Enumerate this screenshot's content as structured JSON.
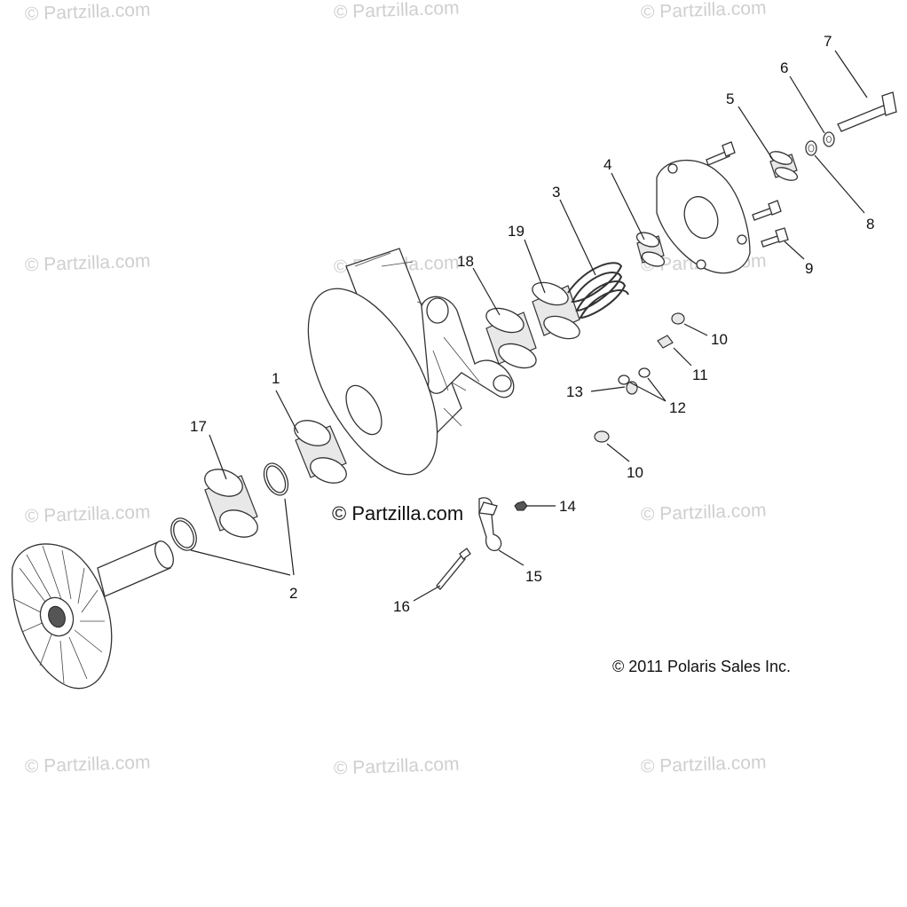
{
  "watermark": "© Partzilla.com",
  "center_watermark": "© Partzilla.com",
  "copyright": "© 2011 Polaris Sales Inc.",
  "callouts": {
    "c1": "1",
    "c2": "2",
    "c3": "3",
    "c4": "4",
    "c5": "5",
    "c6": "6",
    "c7": "7",
    "c8": "8",
    "c9": "9",
    "c10a": "10",
    "c10b": "10",
    "c11": "11",
    "c12": "12",
    "c13": "13",
    "c14": "14",
    "c15": "15",
    "c16": "16",
    "c17": "17",
    "c18": "18",
    "c19": "19"
  }
}
